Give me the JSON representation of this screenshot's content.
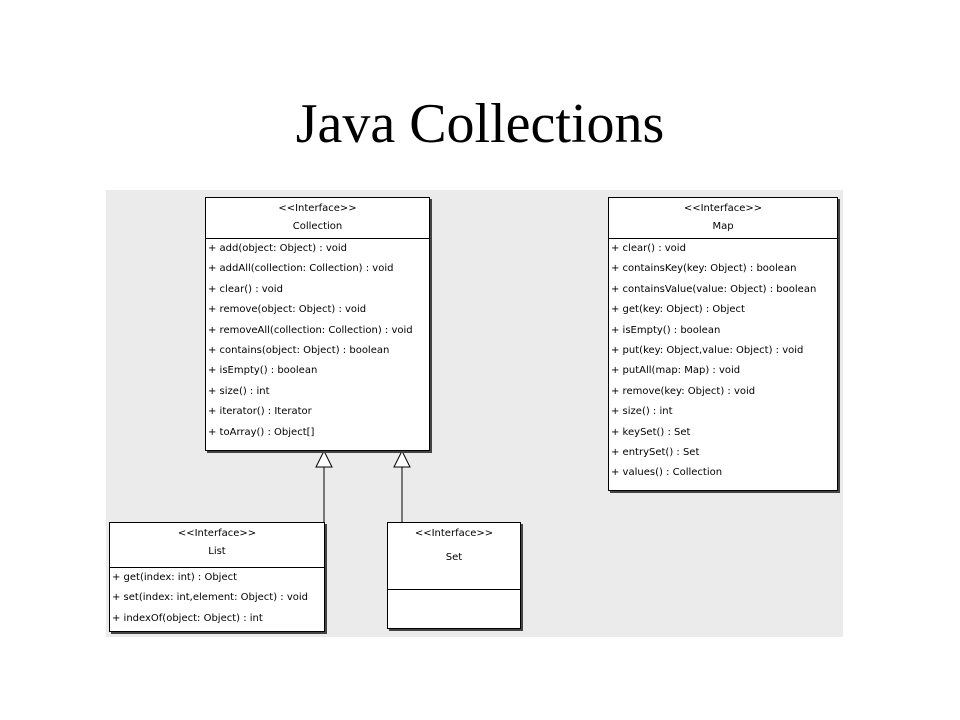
{
  "slide": {
    "title": "Java Collections"
  },
  "diagram": {
    "collection": {
      "stereotype": "<<Interface>>",
      "name": "Collection",
      "operations": [
        "+ add(object: Object) : void",
        "+ addAll(collection: Collection) : void",
        "+ clear() : void",
        "+ remove(object: Object) : void",
        "+ removeAll(collection: Collection) : void",
        "+ contains(object: Object) : boolean",
        "+ isEmpty() : boolean",
        "+ size() : int",
        "+ iterator() : Iterator",
        "+ toArray() : Object[]"
      ]
    },
    "map": {
      "stereotype": "<<Interface>>",
      "name": "Map",
      "operations": [
        "+ clear() : void",
        "+ containsKey(key: Object) : boolean",
        "+ containsValue(value: Object) : boolean",
        "+ get(key: Object) : Object",
        "+ isEmpty() : boolean",
        "+ put(key: Object,value: Object) : void",
        "+ putAll(map: Map) : void",
        "+ remove(key: Object) : void",
        "+ size() : int",
        "+ keySet() : Set",
        "+ entrySet() : Set",
        "+ values() : Collection"
      ]
    },
    "list": {
      "stereotype": "<<Interface>>",
      "name": "List",
      "operations": [
        "+ get(index: int) : Object",
        "+ set(index: int,element: Object) : void",
        "+ indexOf(object: Object) : int"
      ]
    },
    "set": {
      "stereotype": "<<Interface>>",
      "name": "Set",
      "operations": []
    }
  }
}
